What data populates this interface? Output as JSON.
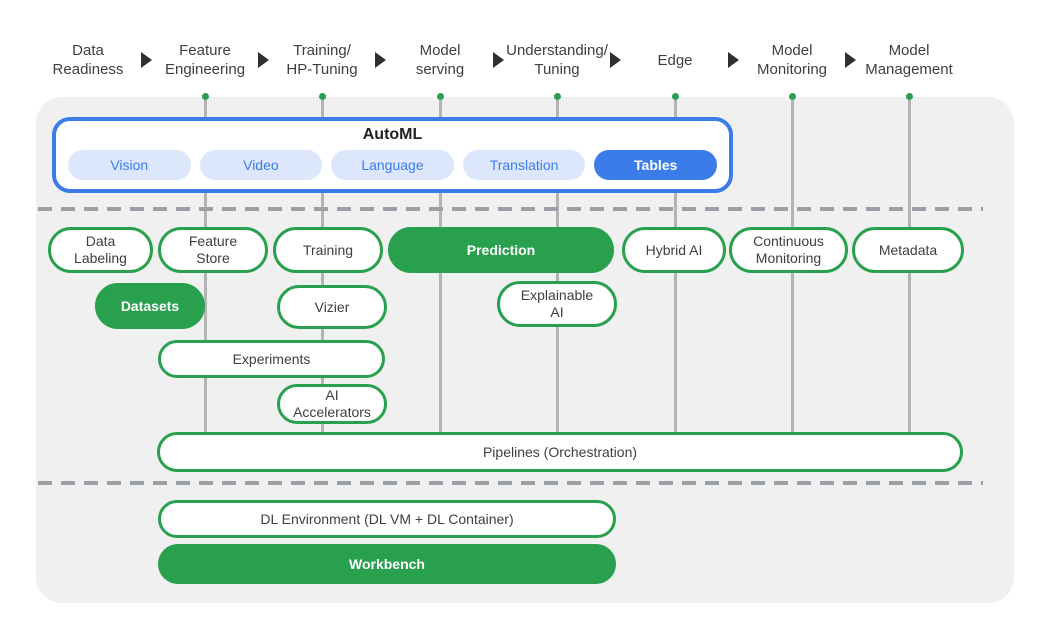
{
  "header": {
    "stages": [
      "Data\nReadiness",
      "Feature\nEngineering",
      "Training/\nHP-Tuning",
      "Model\nserving",
      "Understanding/\nTuning",
      "Edge",
      "Model\nMonitoring",
      "Model\nManagement"
    ]
  },
  "automl": {
    "title": "AutoML",
    "tabs": [
      "Vision",
      "Video",
      "Language",
      "Translation",
      "Tables"
    ],
    "selected_tab": "Tables"
  },
  "services": {
    "data_labeling": "Data\nLabeling",
    "feature_store": "Feature\nStore",
    "training": "Training",
    "prediction": "Prediction",
    "hybrid_ai": "Hybrid AI",
    "continuous_monitoring": "Continuous\nMonitoring",
    "metadata": "Metadata",
    "datasets": "Datasets",
    "vizier": "Vizier",
    "explainable_ai": "Explainable\nAI",
    "experiments": "Experiments",
    "ai_accelerators": "AI\nAccelerators",
    "pipelines": "Pipelines (Orchestration)",
    "dl_environment": "DL Environment (DL VM + DL Container)",
    "workbench": "Workbench"
  },
  "highlighted_services": [
    "Tables",
    "Prediction",
    "Datasets",
    "Workbench"
  ],
  "colors": {
    "green": "#28a04d",
    "blue": "#3b7ce8",
    "light_blue_bg": "#dce7fb",
    "panel_bg": "#f0f0f1",
    "line_gray": "#b4b4b4",
    "dash_gray": "#9aa0a6"
  }
}
